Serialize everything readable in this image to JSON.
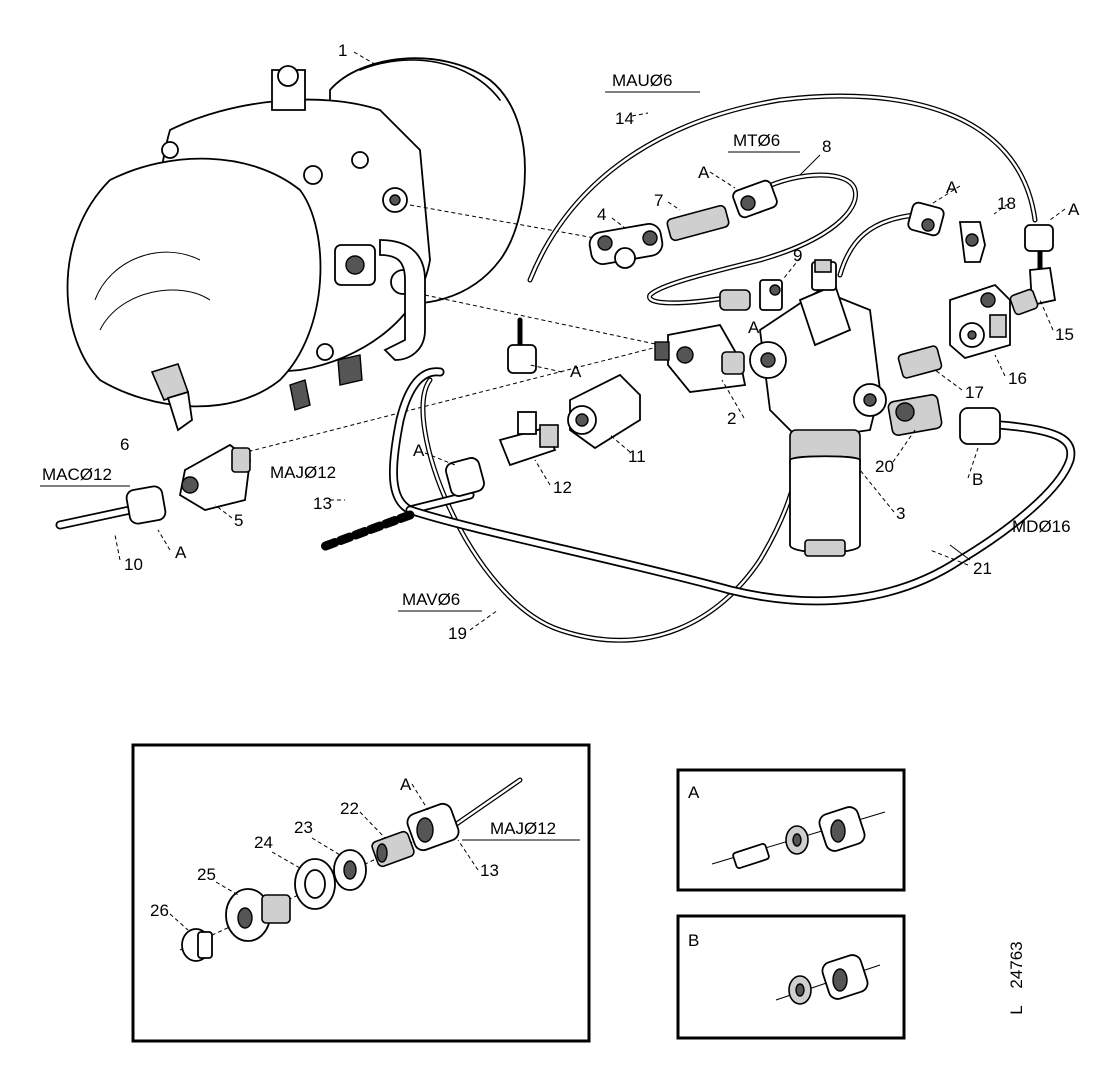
{
  "diagram": {
    "part_numbers": [
      "1",
      "2",
      "3",
      "4",
      "5",
      "6",
      "7",
      "8",
      "9",
      "10",
      "11",
      "12",
      "13",
      "14",
      "15",
      "16",
      "17",
      "18",
      "19",
      "20",
      "21"
    ],
    "inset_part_numbers": [
      "22",
      "23",
      "24",
      "25",
      "26",
      "13"
    ],
    "connector_marks": {
      "a": "A",
      "b": "B"
    },
    "pipe_labels": {
      "mac": "MACØ12",
      "maj": "MAJØ12",
      "mau": "MAUØ6",
      "mt": "MTØ6",
      "mav": "MAVØ6",
      "md": "MDØ16",
      "inset_maj": "MAJØ12"
    },
    "inset_a_title": "A",
    "inset_b_title": "B",
    "drawing_number": "24763",
    "corner_mark": "L"
  }
}
